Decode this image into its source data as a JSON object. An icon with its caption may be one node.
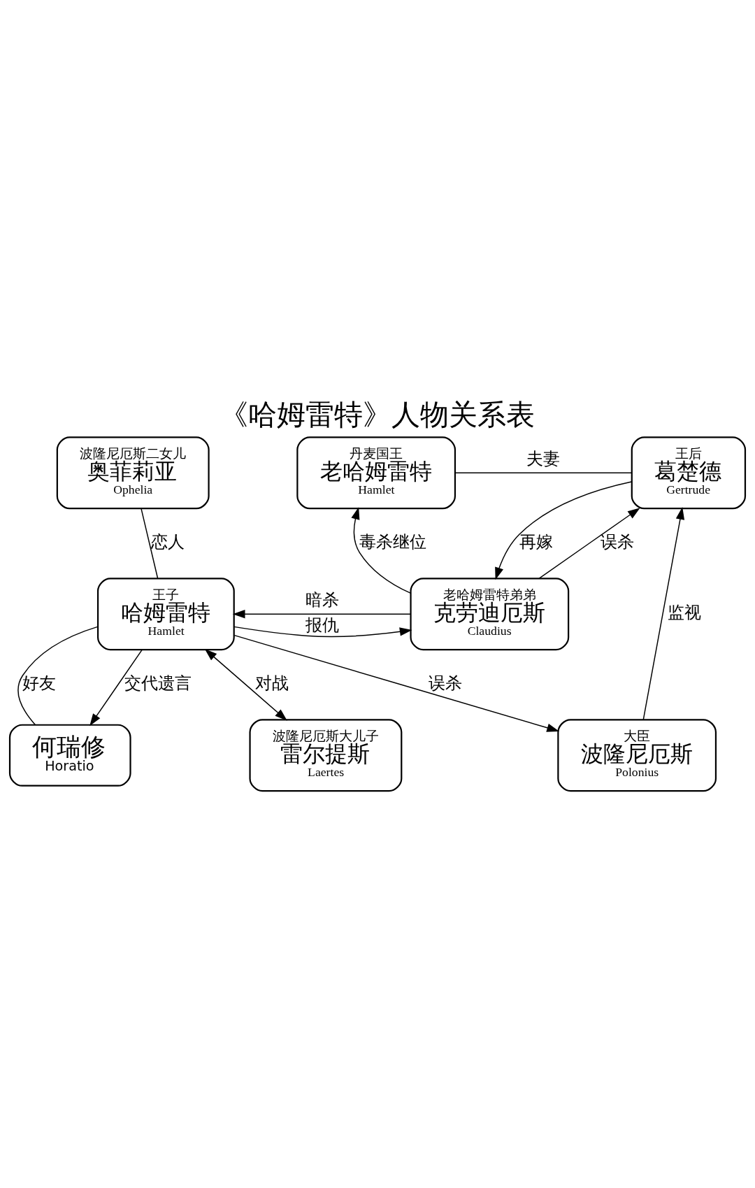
{
  "diagram": {
    "title": "《哈姆雷特》人物关系表",
    "nodes": [
      {
        "text": [
          "丹麦国王",
          "老哈姆雷特",
          "Hamlet"
        ]
      },
      {
        "text": [
          "王后",
          "葛楚德",
          "Gertrude"
        ]
      },
      {
        "text": [
          "王子",
          "哈姆雷特",
          "Hamlet"
        ]
      },
      {
        "text": [
          "老哈姆雷特弟弟",
          "克劳迪厄斯",
          "Claudius"
        ]
      },
      {
        "text": [
          "大臣",
          "波隆尼厄斯",
          "Polonius"
        ]
      },
      {
        "text": [
          "波隆尼厄斯大儿子",
          "雷尔提斯",
          "Laertes"
        ]
      },
      {
        "text": [
          "波隆尼厄斯二女儿",
          "奥菲莉亚",
          "Ophelia"
        ]
      },
      {
        "text": [
          "何瑞修",
          "Horatio"
        ]
      }
    ],
    "edges": [
      {
        "from": 0,
        "to": 1,
        "arrow": "none",
        "label": "夫妻"
      },
      {
        "from": 3,
        "to": 0,
        "arrow": "to",
        "label": "毒杀继位"
      },
      {
        "from": 1,
        "to": 3,
        "arrow": "to",
        "label": "再嫁"
      },
      {
        "from": 3,
        "to": 1,
        "arrow": "to",
        "label": "误杀"
      },
      {
        "from": 4,
        "to": 1,
        "arrow": "to",
        "label": "监视"
      },
      {
        "from": 3,
        "to": 2,
        "arrow": "to",
        "label": "暗杀"
      },
      {
        "from": 2,
        "to": 3,
        "arrow": "to",
        "label": "报仇"
      },
      {
        "from": 2,
        "to": 4,
        "arrow": "to",
        "label": "误杀"
      },
      {
        "from": 2,
        "to": 5,
        "arrow": "both",
        "label": "对战"
      },
      {
        "from": 6,
        "to": 2,
        "arrow": "none",
        "label": "恋人"
      },
      {
        "from": 7,
        "to": 2,
        "arrow": "none",
        "label": "好友"
      },
      {
        "from": 2,
        "to": 7,
        "arrow": "to",
        "label": "交代遗言"
      }
    ]
  }
}
